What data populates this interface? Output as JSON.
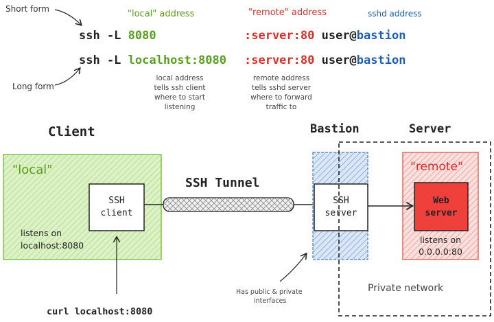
{
  "labels": {
    "short_form": "Short form",
    "long_form": "Long form",
    "local_address": "\"local\" address",
    "remote_address": "\"remote\" address",
    "sshd_address": "sshd address"
  },
  "commands": {
    "short": {
      "prefix": "ssh -L ",
      "local": "8080",
      "remote": ":server:80",
      "user": "user@",
      "host": "bastion"
    },
    "long": {
      "prefix": "ssh -L ",
      "local": "localhost:8080",
      "remote": ":server:80",
      "user": "user@",
      "host": "bastion"
    }
  },
  "notes": {
    "local": [
      "local address",
      "tells ssh client",
      "where to start",
      "listening"
    ],
    "remote": [
      "remote address",
      "tells sshd server",
      "where to forward",
      "traffic to"
    ],
    "bastion": [
      "Has public & private",
      "interfaces"
    ]
  },
  "headings": {
    "client": "Client",
    "bastion": "Bastion",
    "server": "Server"
  },
  "client": {
    "tag": "\"local\"",
    "box": [
      "SSH",
      "client"
    ],
    "listens": [
      "listens on",
      "localhost:8080"
    ]
  },
  "tunnel_label": "SSH Tunnel",
  "bastion_box": [
    "SSH",
    "server"
  ],
  "server": {
    "tag": "\"remote\"",
    "box": [
      "Web",
      "server"
    ],
    "listens": [
      "listens on",
      "0.0.0.0:80"
    ]
  },
  "private_network": "Private network",
  "curl": "curl localhost:8080",
  "colors": {
    "green": "#5a9e1f",
    "red": "#d9302c",
    "blue": "#1f5fb0",
    "client_fill": "#d7efc0",
    "bastion_fill": "#c7d9f2",
    "server_fill": "#f9d2d0",
    "webserver_fill": "#f0403c"
  }
}
